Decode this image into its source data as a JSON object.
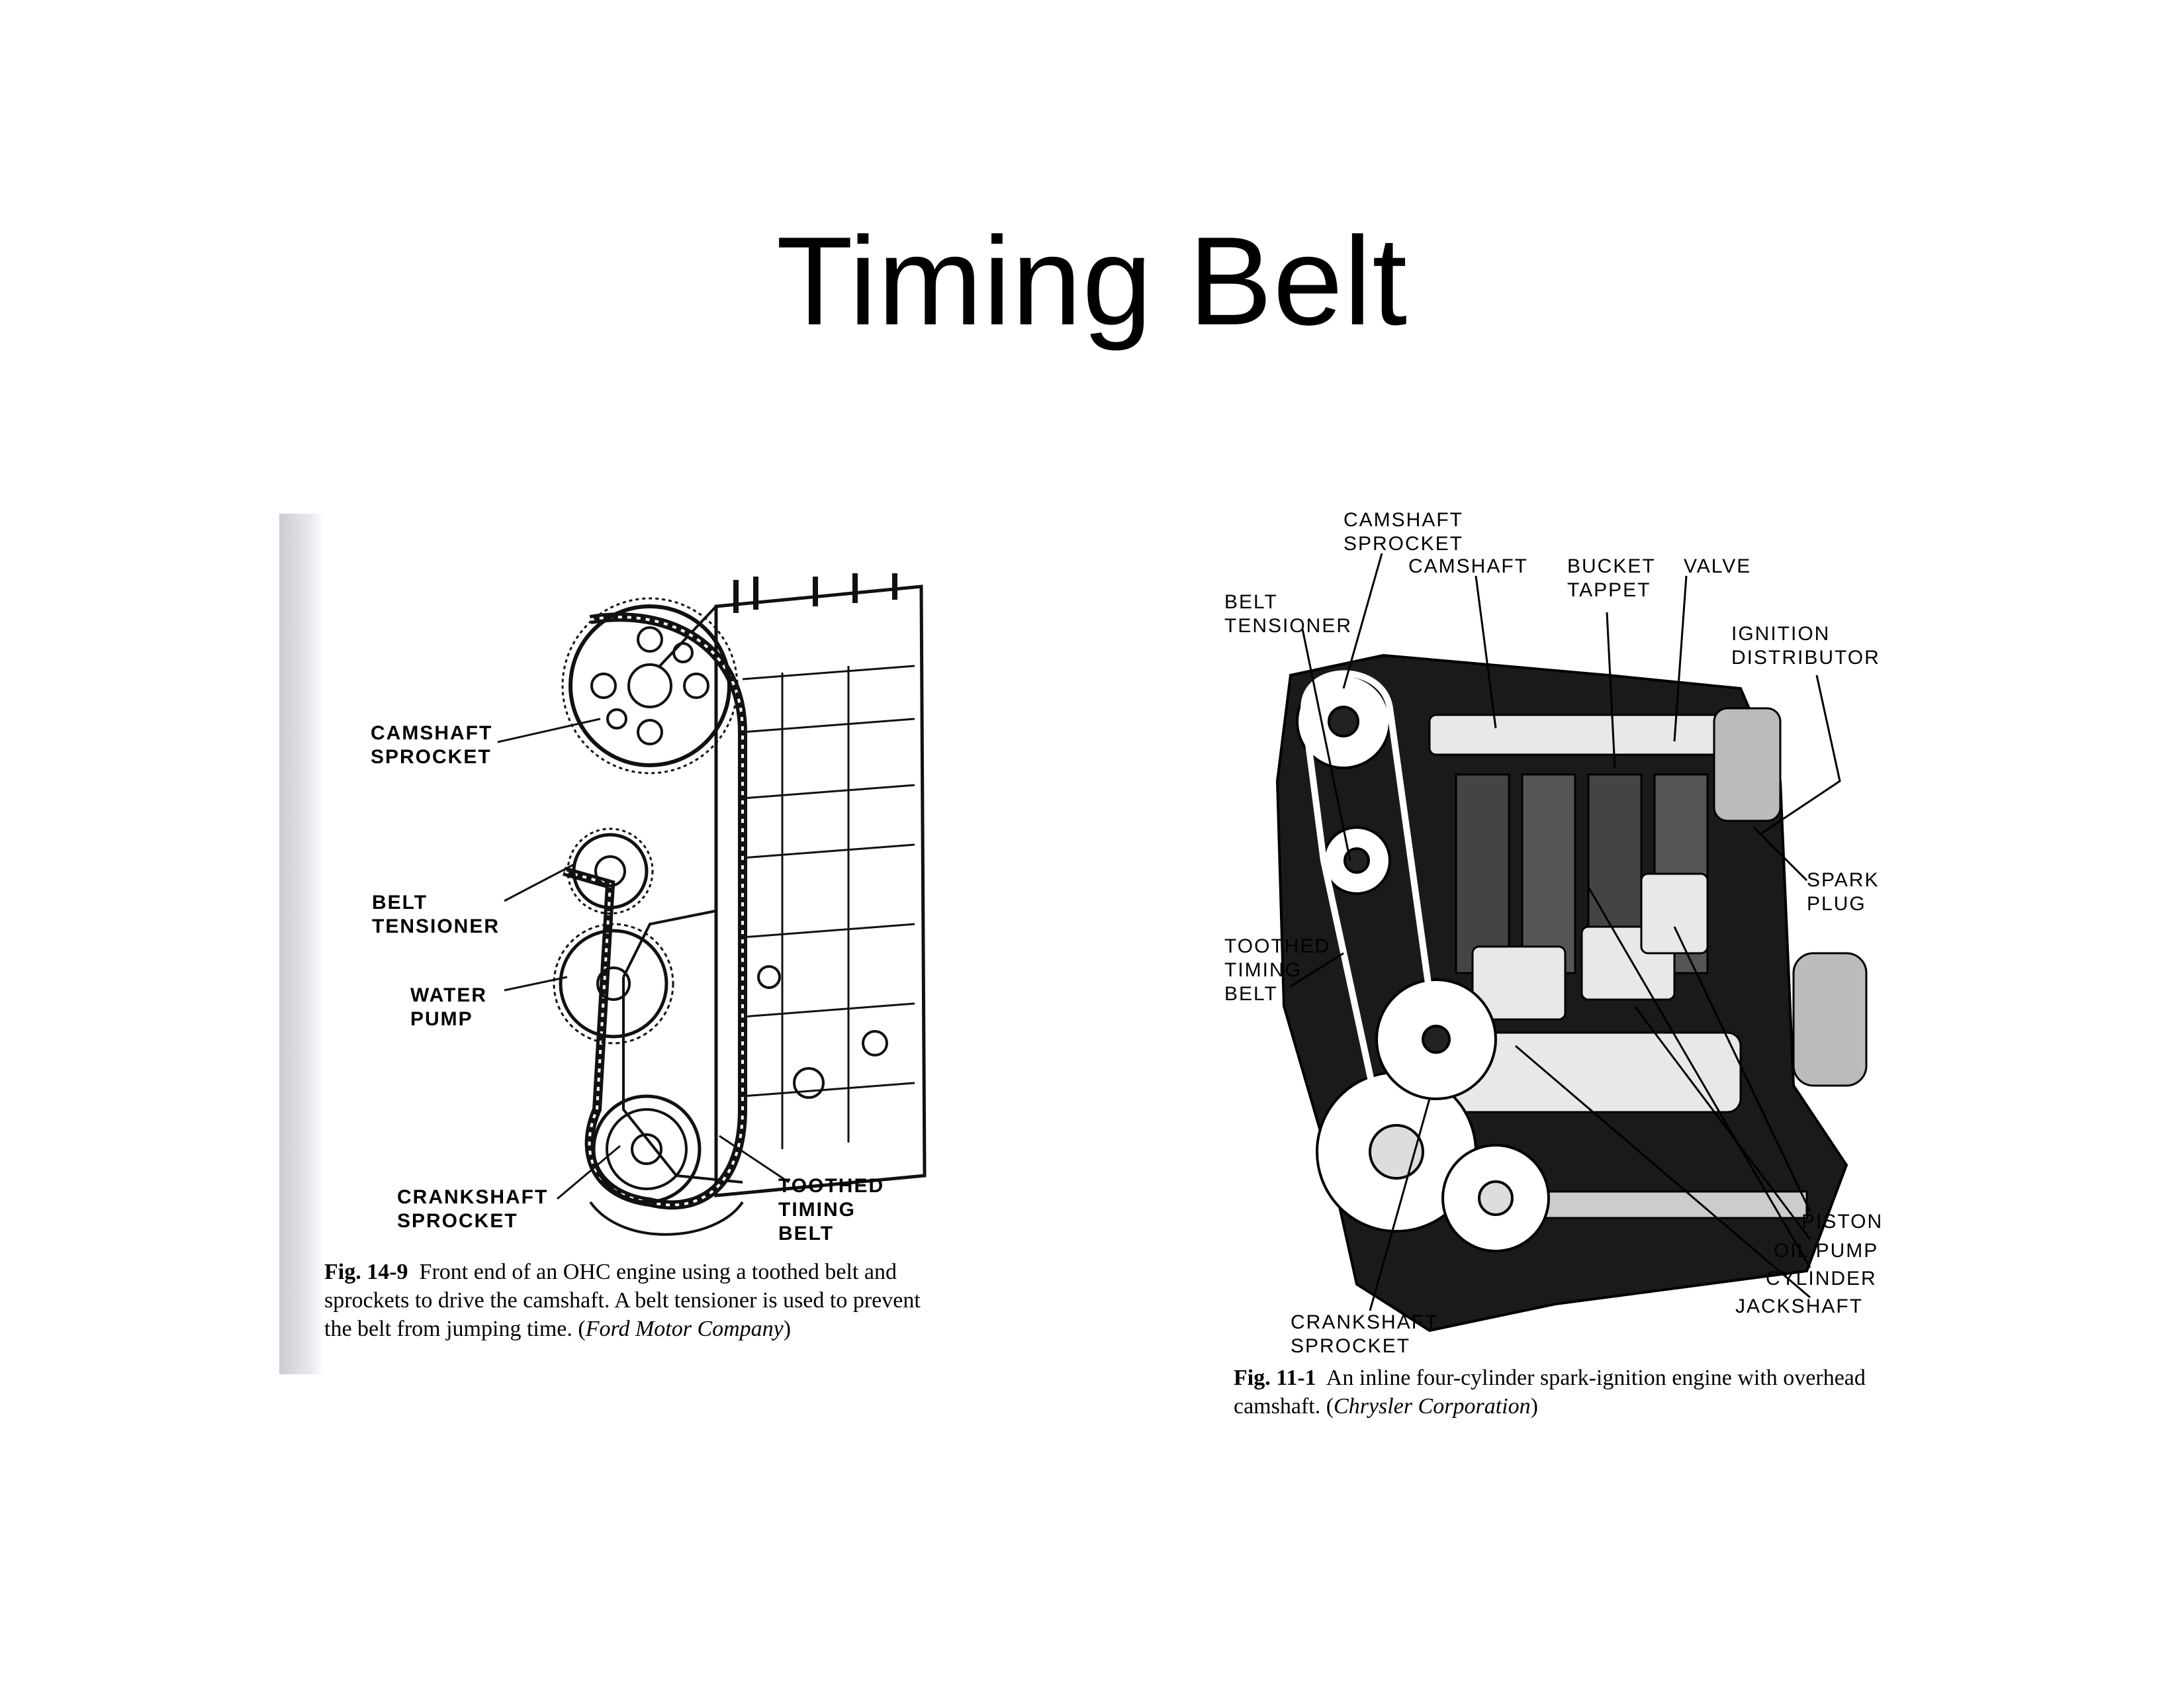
{
  "title": "Timing Belt",
  "figures": [
    {
      "id": "fig-14-9",
      "labels": {
        "camshaft_sprocket": "CAMSHAFT\nSPROCKET",
        "belt_tensioner": "BELT\nTENSIONER",
        "water_pump": "WATER\nPUMP",
        "crankshaft_sprocket": "CRANKSHAFT\nSPROCKET",
        "toothed_timing_belt": "TOOTHED\nTIMING\nBELT"
      },
      "caption": {
        "number": "Fig. 14-9",
        "text": "Front end of an OHC engine using a toothed belt and sprockets to drive the camshaft. A belt tensioner is used to prevent the belt from jumping time. (",
        "credit": "Ford Motor Company",
        "close": ")"
      }
    },
    {
      "id": "fig-11-1",
      "labels": {
        "camshaft_sprocket": "CAMSHAFT\nSPROCKET",
        "camshaft": "CAMSHAFT",
        "bucket_tappet": "BUCKET\nTAPPET",
        "valve": "VALVE",
        "belt_tensioner": "BELT\nTENSIONER",
        "ignition_distributor": "IGNITION\nDISTRIBUTOR",
        "spark_plug": "SPARK\nPLUG",
        "toothed_timing_belt": "TOOTHED\nTIMING\nBELT",
        "piston": "PISTON",
        "oil_pump": "OIL PUMP",
        "cylinder": "CYLINDER",
        "jackshaft": "JACKSHAFT",
        "crankshaft_sprocket": "CRANKSHAFT\nSPROCKET"
      },
      "caption": {
        "number": "Fig. 11-1",
        "text": "An inline four-cylinder spark-ignition engine with overhead camshaft. (",
        "credit": "Chrysler Corporation",
        "close": ")"
      }
    }
  ]
}
